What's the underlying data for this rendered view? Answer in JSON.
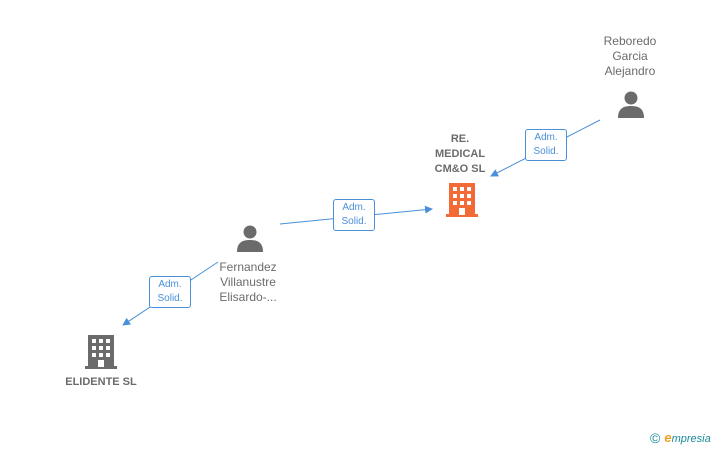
{
  "nodes": {
    "reboredo": {
      "label": "Reboredo\nGarcia\nAlejandro",
      "type": "person"
    },
    "re_medical": {
      "label": "RE.\nMEDICAL\nCM&O  SL",
      "type": "company",
      "highlight": true
    },
    "fernandez": {
      "label": "Fernandez\nVillanustre\nElisardo-...",
      "type": "person"
    },
    "elidente": {
      "label": "ELIDENTE  SL",
      "type": "company"
    }
  },
  "relations": [
    {
      "line1": "Adm.",
      "line2": "Solid."
    },
    {
      "line1": "Adm.",
      "line2": "Solid."
    },
    {
      "line1": "Adm.",
      "line2": "Solid."
    }
  ],
  "colors": {
    "edge": "#4a90d9",
    "person_icon": "#6b6b6b",
    "company_icon": "#6b6b6b",
    "company_highlight": "#f26a35"
  },
  "footer": {
    "copyright": "©",
    "brand_e": "e",
    "brand_rest": "mpresia"
  }
}
